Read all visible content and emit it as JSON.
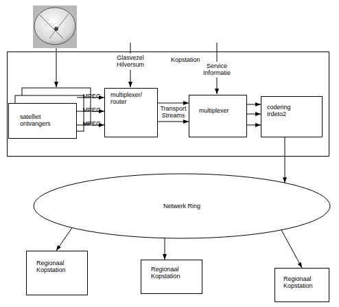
{
  "diagram": {
    "nodes": [
      {
        "text": [
          "Kopstation"
        ]
      },
      {
        "text": [
          "satelliet ontvangers"
        ],
        "in": 0
      },
      {
        "text": [
          "multiplexer/ router"
        ],
        "in": 0
      },
      {
        "text": [
          "multiplexer"
        ],
        "in": 0
      },
      {
        "text": [
          "codering Irdeto2"
        ],
        "in": 0
      },
      {
        "text": [
          "Netwerk Ring"
        ]
      },
      {
        "text": [
          "Regionaal Kopstation"
        ]
      },
      {
        "text": [
          "Regionaal Kopstation"
        ]
      },
      {
        "text": [
          "Regionaal Kopstation"
        ]
      }
    ],
    "edges": [
      {
        "from": 1,
        "to": 2,
        "label": "MPEG",
        "arrow": "to"
      },
      {
        "from": 1,
        "to": 2,
        "label": "MPEG",
        "arrow": "to"
      },
      {
        "from": 1,
        "to": 2,
        "label": "MPEG",
        "arrow": "to"
      },
      {
        "from": 2,
        "to": 3,
        "label": "Transport Streams",
        "arrow": "to"
      },
      {
        "from": 2,
        "to": 3,
        "arrow": "to"
      },
      {
        "from": 3,
        "to": 4,
        "arrow": "to"
      },
      {
        "from": 3,
        "to": 4,
        "arrow": "to"
      },
      {
        "from": 3,
        "to": 4,
        "arrow": "to"
      },
      {
        "from": 4,
        "to": 5,
        "arrow": "to"
      },
      {
        "from": 5,
        "to": 6,
        "arrow": "to"
      },
      {
        "from": 5,
        "to": 7,
        "arrow": "to"
      },
      {
        "from": 5,
        "to": 8,
        "arrow": "to"
      }
    ],
    "labels": [
      "Glasvezel Hilversum",
      "Service Informatie"
    ]
  }
}
